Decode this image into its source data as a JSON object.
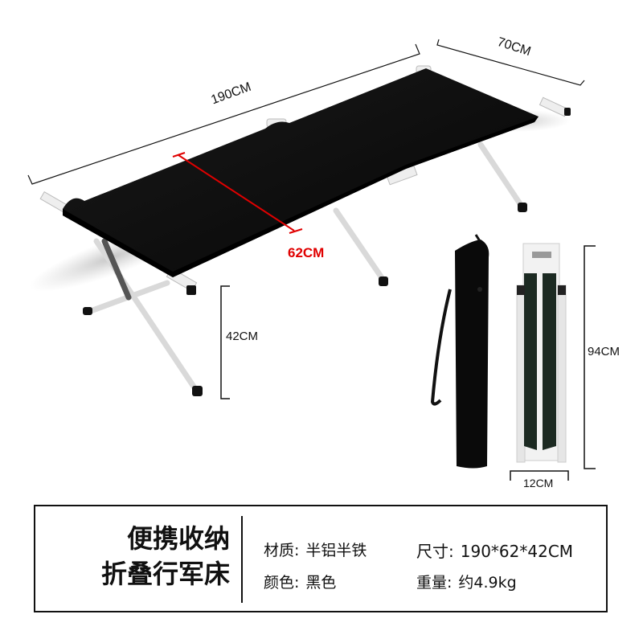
{
  "dimensions": {
    "length": "190CM",
    "width_outer": "70CM",
    "width_bed": "62CM",
    "height": "42CM",
    "folded_height": "94CM",
    "folded_width": "12CM"
  },
  "colors": {
    "fabric": "#111111",
    "frame": "#e8e8e8",
    "accent_red": "#e00000",
    "line": "#111111"
  },
  "info": {
    "title_line1": "便携收纳",
    "title_line2": "折叠行军床",
    "specs": [
      {
        "key": "材质:",
        "value": "半铝半铁"
      },
      {
        "key": "尺寸:",
        "value": "190*62*42CM"
      },
      {
        "key": "颜色:",
        "value": "黑色"
      },
      {
        "key": "重量:",
        "value": "约4.9kg"
      }
    ]
  }
}
